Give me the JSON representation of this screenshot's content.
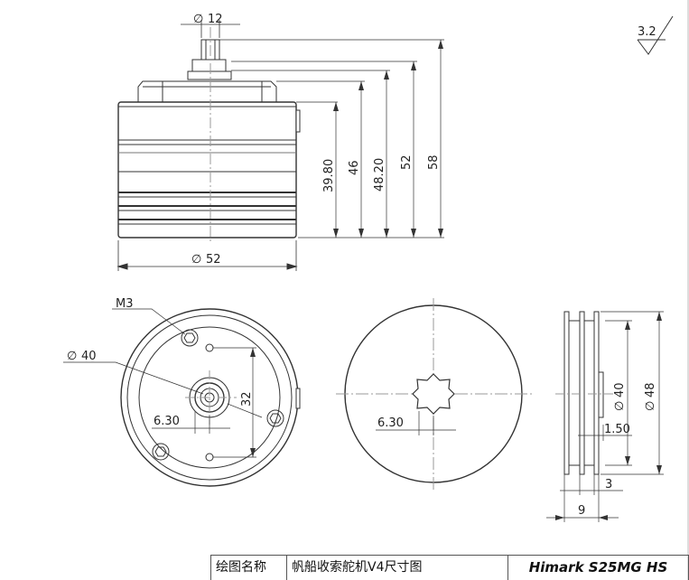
{
  "title_block": {
    "label": "绘图名称",
    "drawing_name": "帆船收索舵机V4尺寸图",
    "model": "Himark S25MG HS"
  },
  "surface_finish": "3.2",
  "top_view": {
    "shaft_diameter": "12",
    "body_diameter": "52",
    "heights": [
      "39.80",
      "46",
      "48.20",
      "52",
      "58"
    ]
  },
  "bottom_view": {
    "thread": "M3",
    "bolt_circle_diameter": "40",
    "hole_spacing": "32",
    "hub_offset": "6.30"
  },
  "front_view": {
    "hub_offset": "6.30"
  },
  "side_view": {
    "groove_diameter": "40",
    "flange_diameter": "48",
    "groove_depth": "1.50",
    "flange_width": "3",
    "total_width": "9"
  },
  "symbols": {
    "diameter": "∅"
  }
}
